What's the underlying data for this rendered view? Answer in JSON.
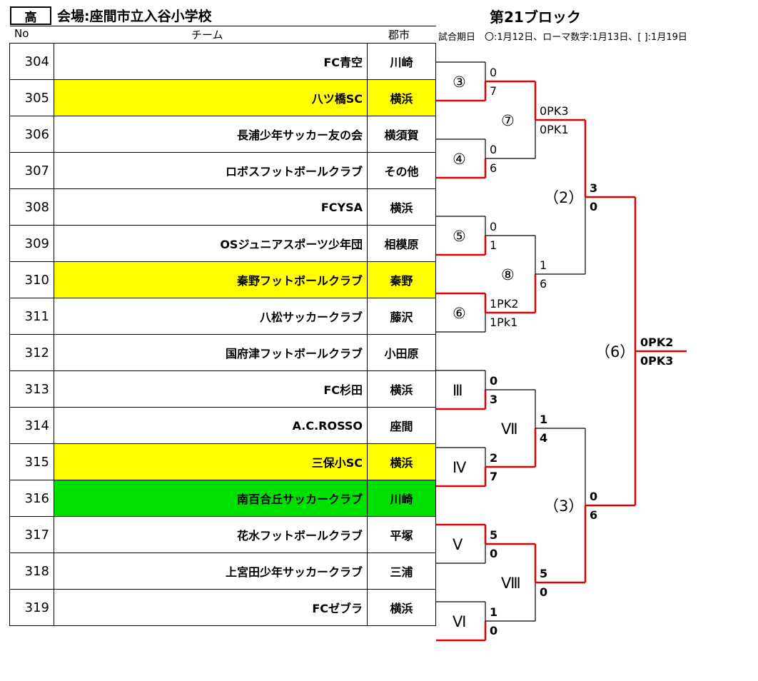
{
  "header": {
    "level": "高",
    "venue": "会場:座間市立入谷小学校",
    "block": "第21ブロック",
    "legend": "試合期日　〇:1月12日、ローマ数字:1月13日、[ ]:1月19日"
  },
  "columns": {
    "no": "No",
    "team": "チーム",
    "city": "郡市"
  },
  "teams": [
    {
      "no": "304",
      "name": "FC青空",
      "city": "川崎",
      "highlight": "none"
    },
    {
      "no": "305",
      "name": "八ツ橋SC",
      "city": "横浜",
      "highlight": "yellow"
    },
    {
      "no": "306",
      "name": "長浦少年サッカー友の会",
      "city": "横須賀",
      "highlight": "none"
    },
    {
      "no": "307",
      "name": "ロボスフットボールクラブ",
      "city": "その他",
      "highlight": "none"
    },
    {
      "no": "308",
      "name": "FCYSA",
      "city": "横浜",
      "highlight": "none"
    },
    {
      "no": "309",
      "name": "OSジュニアスポーツ少年団",
      "city": "相模原",
      "highlight": "none"
    },
    {
      "no": "310",
      "name": "秦野フットボールクラブ",
      "city": "秦野",
      "highlight": "yellow"
    },
    {
      "no": "311",
      "name": "八松サッカークラブ",
      "city": "藤沢",
      "highlight": "none"
    },
    {
      "no": "312",
      "name": "国府津フットボールクラブ",
      "city": "小田原",
      "highlight": "none"
    },
    {
      "no": "313",
      "name": "FC杉田",
      "city": "横浜",
      "highlight": "none"
    },
    {
      "no": "314",
      "name": "A.C.ROSSO",
      "city": "座間",
      "highlight": "none"
    },
    {
      "no": "315",
      "name": "三保小SC",
      "city": "横浜",
      "highlight": "yellow"
    },
    {
      "no": "316",
      "name": "南百合丘サッカークラブ",
      "city": "川崎",
      "highlight": "green"
    },
    {
      "no": "317",
      "name": "花水フットボールクラブ",
      "city": "平塚",
      "highlight": "none"
    },
    {
      "no": "318",
      "name": "上宮田少年サッカークラブ",
      "city": "三浦",
      "highlight": "none"
    },
    {
      "no": "319",
      "name": "FCゼブラ",
      "city": "横浜",
      "highlight": "none"
    }
  ],
  "matches": {
    "m3": {
      "label": "③",
      "top": "0",
      "bottom": "7"
    },
    "m4": {
      "label": "④",
      "top": "0",
      "bottom": "6"
    },
    "m5": {
      "label": "⑤",
      "top": "0",
      "bottom": "1"
    },
    "m6": {
      "label": "⑥",
      "top": "1PK2",
      "bottom": "1Pk1"
    },
    "m7": {
      "label": "⑦",
      "top": "0PK3",
      "bottom": "0PK1"
    },
    "m8": {
      "label": "⑧",
      "top": "1",
      "bottom": "6"
    },
    "r2": {
      "label": "（2）",
      "top": "3",
      "bottom": "0"
    },
    "mIII": {
      "label": "Ⅲ",
      "top": "0",
      "bottom": "3"
    },
    "mIV": {
      "label": "Ⅳ",
      "top": "2",
      "bottom": "7"
    },
    "mV": {
      "label": "Ⅴ",
      "top": "5",
      "bottom": "0"
    },
    "mVI": {
      "label": "Ⅵ",
      "top": "1",
      "bottom": "0"
    },
    "mVII": {
      "label": "Ⅶ",
      "top": "1",
      "bottom": "4"
    },
    "mVIII": {
      "label": "Ⅷ",
      "top": "5",
      "bottom": "0"
    },
    "r3": {
      "label": "（3）",
      "top": "0",
      "bottom": "6"
    },
    "final": {
      "label": "（6）",
      "top": "0PK2",
      "bottom": "0PK3"
    }
  },
  "colors": {
    "winner_line": "#e00000",
    "line": "#000000",
    "yellow": "#ffff00",
    "green": "#00e000"
  }
}
